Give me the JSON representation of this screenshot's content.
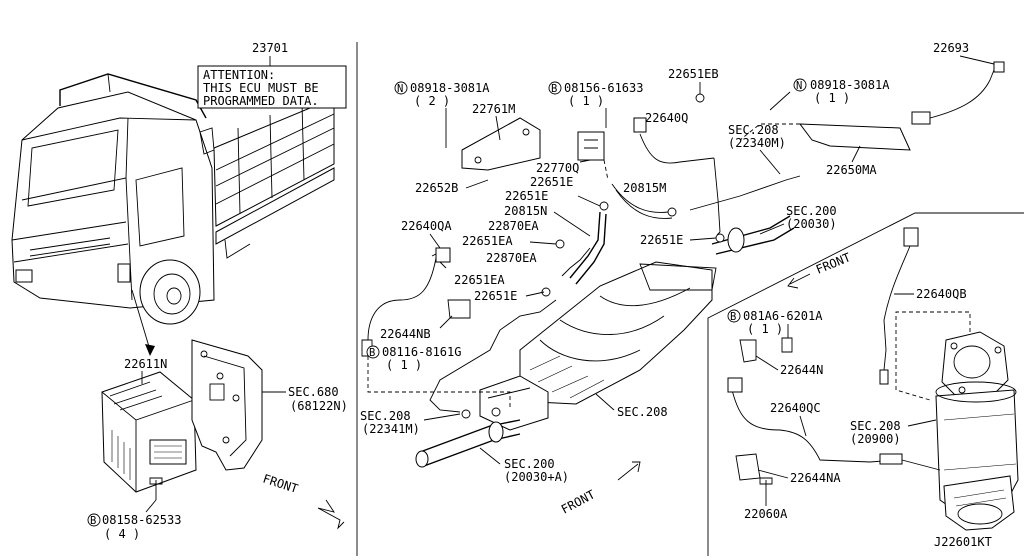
{
  "attention_note": {
    "part": "23701",
    "lines": [
      "ATTENTION:",
      "THIS ECU MUST BE",
      "PROGRAMMED DATA."
    ]
  },
  "parts": {
    "ecu": "22611N",
    "ecu_bolt": "08158-62533",
    "ecu_bolt_qty": "( 4 )",
    "ecu_bracket_ref": "SEC.680",
    "ecu_bracket_ref_code": "(68122N)",
    "nut_left": "08918-3081A",
    "nut_left_qty": "( 2 )",
    "bolt_top": "08156-61633",
    "bolt_top_qty": "( 1 )",
    "bracket_left": "22761M",
    "bolt_left": "22652B",
    "sensor_left": "22770Q",
    "clamp_e1": "22651E",
    "clamp_e2": "22651E",
    "clamp_e3": "22651E",
    "clamp_e4": "22651E",
    "hose_m": "20815M",
    "hose_n": "20815N",
    "clip_ea1": "22870EA",
    "clip_ea2": "22870EA",
    "clamp_ea1": "22651EA",
    "clamp_ea2": "22651EA",
    "sensor_qa": "22640QA",
    "bracket_nb": "22644NB",
    "bolt_mid": "08116-8161G",
    "bolt_mid_qty": "( 1 )",
    "clamp_eb": "22651EB",
    "sensor_q": "22640Q",
    "ref_sec208_top": "SEC.208",
    "ref_sec208_top_code": "(22340M)",
    "nut_right": "08918-3081A",
    "nut_right_qty": "( 1 )",
    "bracket_ma": "22650MA",
    "sensor_o2": "22693",
    "ref_sec200_top": "SEC.200",
    "ref_sec200_top_code": "(20030)",
    "ref_sec208_mid": "SEC.208",
    "ref_sec208_left": "SEC.208",
    "ref_sec208_left_code": "(22341M)",
    "ref_sec200_bottom": "SEC.200",
    "ref_sec200_bottom_code": "(20030+A)",
    "sensor_qb": "22640QB",
    "bolt_right": "081A6-6201A",
    "bolt_right_qty": "( 1 )",
    "bracket_n": "22644N",
    "sensor_qc": "22640QC",
    "ref_sec208_right": "SEC.208",
    "ref_sec208_right_code": "(20900)",
    "bracket_na": "22644NA",
    "bolt_bottom": "22060A"
  },
  "front_labels": [
    "FRONT",
    "FRONT",
    "FRONT"
  ],
  "circle_markers": [
    "N",
    "B",
    "N",
    "B",
    "B",
    "B"
  ],
  "diagram_code": "J22601KT"
}
